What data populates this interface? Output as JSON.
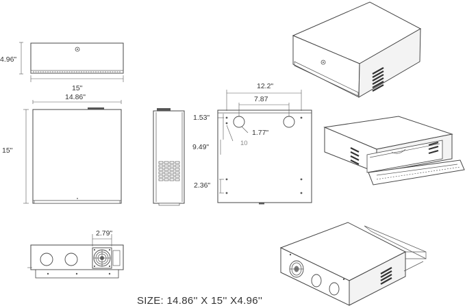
{
  "labels": {
    "front_height": "4.96\"",
    "front_width": "15\"",
    "top_width": "14.86\"",
    "top_depth": "15\"",
    "back_span": "12.2\"",
    "back_hole_spacing": "7.87",
    "back_top_offset": "1.53\"",
    "back_hole_diameter": "1.77\"",
    "back_hole_count": "10",
    "back_mid_span": "9.49\"",
    "back_bottom_offset": "2.36\"",
    "fan_width": "2.79\""
  },
  "caption": "SIZE: 14.86'' X 15'' X4.96''"
}
